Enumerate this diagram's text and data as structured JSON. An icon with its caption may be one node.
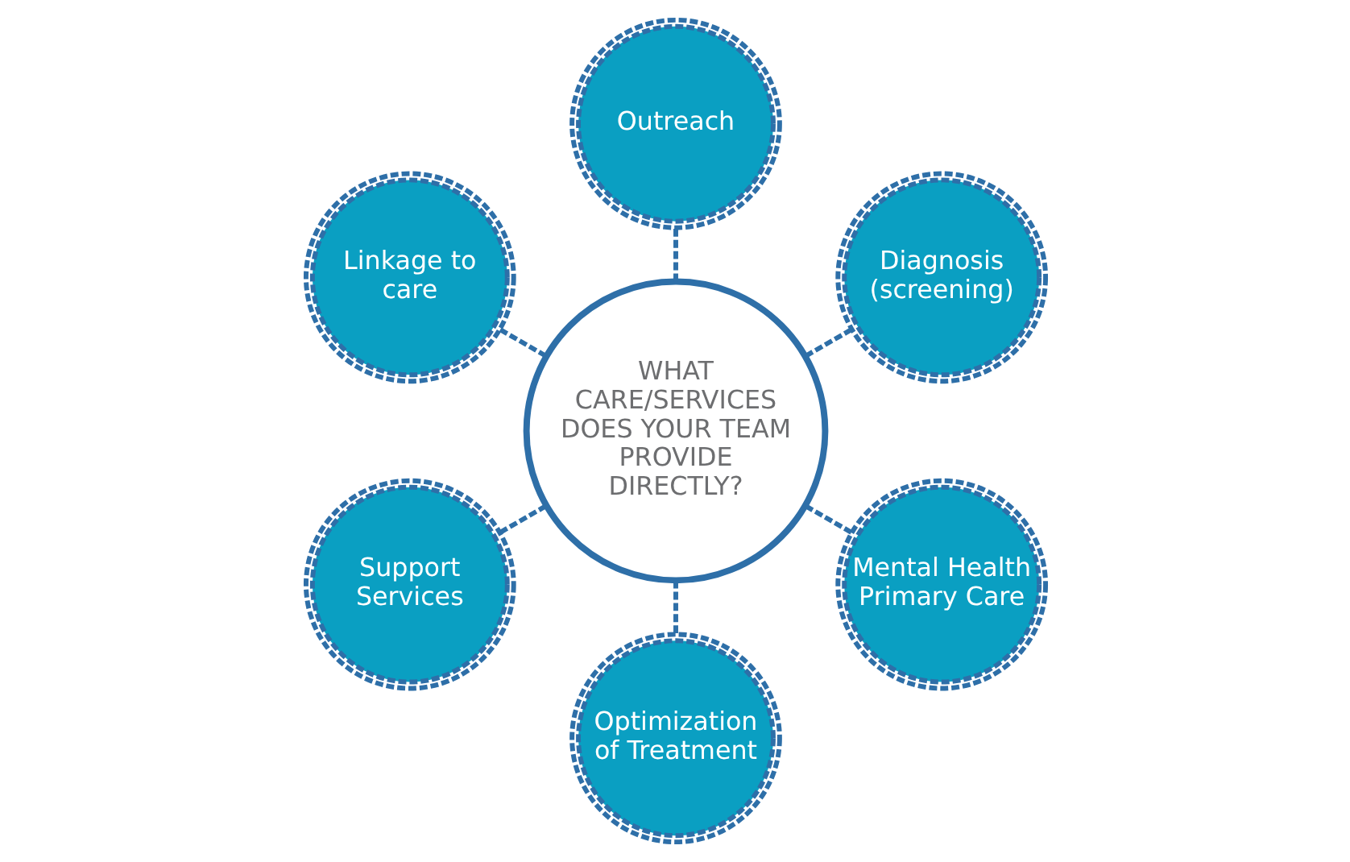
{
  "diagram": {
    "nodes": [
      {
        "text": [
          "WHAT CARE/SERVICES DOES YOUR TEAM PROVIDE DIRECTLY?"
        ]
      },
      {
        "text": [
          "Diagnosis (screening)"
        ]
      },
      {
        "text": [
          "Outreach"
        ]
      },
      {
        "text": [
          "Linkage to care"
        ]
      },
      {
        "text": [
          "Support Services"
        ]
      },
      {
        "text": [
          "Optimization of Treatment"
        ]
      },
      {
        "text": [
          "Mental Health Primary Care"
        ]
      }
    ],
    "edges": [
      {
        "from": 0,
        "to": 1,
        "arrow": "none",
        "style": "dashed"
      },
      {
        "from": 0,
        "to": 2,
        "arrow": "none",
        "style": "dashed"
      },
      {
        "from": 0,
        "to": 3,
        "arrow": "none",
        "style": "dashed"
      },
      {
        "from": 0,
        "to": 4,
        "arrow": "none",
        "style": "dashed"
      },
      {
        "from": 0,
        "to": 5,
        "arrow": "none",
        "style": "dashed"
      },
      {
        "from": 0,
        "to": 6,
        "arrow": "none",
        "style": "dashed"
      }
    ]
  }
}
